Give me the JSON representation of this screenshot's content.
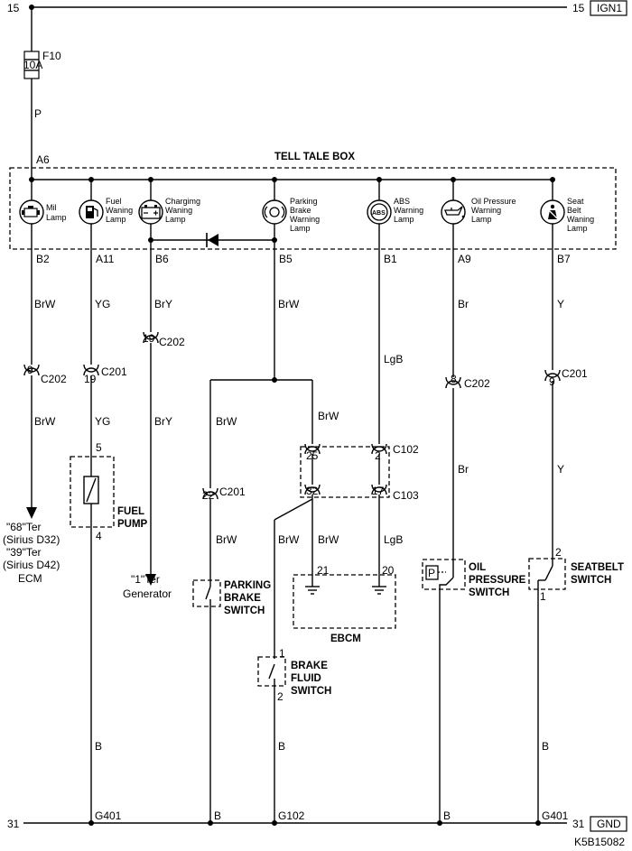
{
  "rails": {
    "top_left": "15",
    "top_right": "15",
    "top_tag": "IGN1",
    "bottom_left": "31",
    "bottom_right": "31",
    "bottom_tag": "GND"
  },
  "fuse": {
    "name": "F10",
    "rating": "10A"
  },
  "feed_wire": "P",
  "box_pin": "A6",
  "box_title": "TELL TALE BOX",
  "lamps": [
    {
      "l1": "Mil",
      "l2": "Lamp",
      "l3": "",
      "l4": ""
    },
    {
      "l1": "Fuel",
      "l2": "Waning",
      "l3": "Lamp",
      "l4": ""
    },
    {
      "l1": "Chargimg",
      "l2": "Waning",
      "l3": "Lamp",
      "l4": ""
    },
    {
      "l1": "Parking",
      "l2": "Brake",
      "l3": "Warning",
      "l4": "Lamp"
    },
    {
      "l1": "ABS",
      "l2": "Warning",
      "l3": "Lamp",
      "l4": ""
    },
    {
      "l1": "Oil Pressure",
      "l2": "Warning",
      "l3": "Lamp",
      "l4": ""
    },
    {
      "l1": "Seat",
      "l2": "Belt",
      "l3": "Waning",
      "l4": "Lamp"
    }
  ],
  "abs_icon_text": "ABS",
  "pins": [
    "B2",
    "A11",
    "B6",
    "B5",
    "B1",
    "A9",
    "B7"
  ],
  "wires": {
    "c1a": "BrW",
    "c1b": "BrW",
    "c2a": "YG",
    "c2b": "YG",
    "c2c": "B",
    "c3a": "BrY",
    "c3b": "BrY",
    "c4a": "BrW",
    "c4left": "BrW",
    "c4left2": "BrW",
    "c4left_b": "B",
    "c4right": "BrW",
    "c4mid": "BrW",
    "c4mid2": "BrW",
    "c4fluid_b": "B",
    "c5a": "LgB",
    "c5b": "LgB",
    "c6a": "Br",
    "c6b": "Br",
    "c6c": "B",
    "c7a": "Y",
    "c7b": "Y",
    "c7c": "B"
  },
  "connectors": {
    "c202a": {
      "num": "9",
      "name": "C202"
    },
    "c201a": {
      "num": "19",
      "name": "C201"
    },
    "c202b": {
      "num": "19",
      "name": "C202"
    },
    "c202c": {
      "num": "8",
      "name": "C202"
    },
    "c201b": {
      "num": "9",
      "name": "C201"
    },
    "c201c": {
      "num": "22",
      "name": "C201"
    },
    "c102": {
      "n1": "25",
      "n2": "2",
      "name": "C102"
    },
    "c103": {
      "n1": "32",
      "n2": "17",
      "name": "C103"
    }
  },
  "fuel_pump": {
    "pin_top": "5",
    "pin_bottom": "4",
    "l1": "FUEL",
    "l2": "PUMP"
  },
  "ecm": {
    "l1": "\"68\"Ter",
    "l2": "(Sirius D32)",
    "l3": "\"39\"Ter",
    "l4": "(Sirius D42)",
    "l5": "ECM"
  },
  "generator": {
    "l1": "\"1\"Ter",
    "l2": "Generator"
  },
  "parking_switch": {
    "l1": "PARKING",
    "l2": "BRAKE",
    "l3": "SWITCH"
  },
  "fluid_switch": {
    "pin1": "1",
    "pin2": "2",
    "l1": "BRAKE",
    "l2": "FLUID",
    "l3": "SWITCH"
  },
  "ebcm": {
    "pin_a": "21",
    "pin_b": "20",
    "name": "EBCM"
  },
  "oil_switch": {
    "p_label": "P",
    "l1": "OIL",
    "l2": "PRESSURE",
    "l3": "SWITCH"
  },
  "seatbelt_switch": {
    "pin_top": "2",
    "pin_bottom": "1",
    "l1": "SEATBELT",
    "l2": "SWITCH"
  },
  "grounds": [
    "G401",
    "B",
    "G102",
    "B",
    "G401"
  ],
  "diagram_code": "K5B15082"
}
